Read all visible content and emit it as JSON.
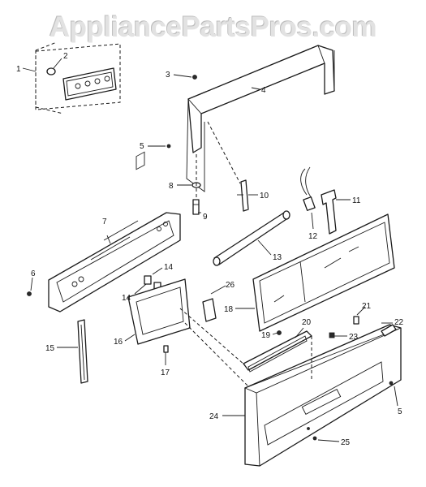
{
  "watermark": "AppliancePartsPros.com",
  "callouts": [
    {
      "id": "1",
      "text": "1"
    },
    {
      "id": "2",
      "text": "2"
    },
    {
      "id": "3",
      "text": "3"
    },
    {
      "id": "4",
      "text": "4"
    },
    {
      "id": "5a",
      "text": "5"
    },
    {
      "id": "5b",
      "text": "5"
    },
    {
      "id": "6",
      "text": "6"
    },
    {
      "id": "7",
      "text": "7"
    },
    {
      "id": "8",
      "text": "8"
    },
    {
      "id": "9",
      "text": "9"
    },
    {
      "id": "10",
      "text": "10"
    },
    {
      "id": "11",
      "text": "11"
    },
    {
      "id": "12",
      "text": "12"
    },
    {
      "id": "13",
      "text": "13"
    },
    {
      "id": "14a",
      "text": "14"
    },
    {
      "id": "14b",
      "text": "14"
    },
    {
      "id": "15",
      "text": "15"
    },
    {
      "id": "16",
      "text": "16"
    },
    {
      "id": "17",
      "text": "17"
    },
    {
      "id": "18",
      "text": "18"
    },
    {
      "id": "19",
      "text": "19"
    },
    {
      "id": "20",
      "text": "20"
    },
    {
      "id": "21",
      "text": "21"
    },
    {
      "id": "22",
      "text": "22"
    },
    {
      "id": "23",
      "text": "23"
    },
    {
      "id": "24",
      "text": "24"
    },
    {
      "id": "25",
      "text": "25"
    },
    {
      "id": "26",
      "text": "26"
    }
  ]
}
